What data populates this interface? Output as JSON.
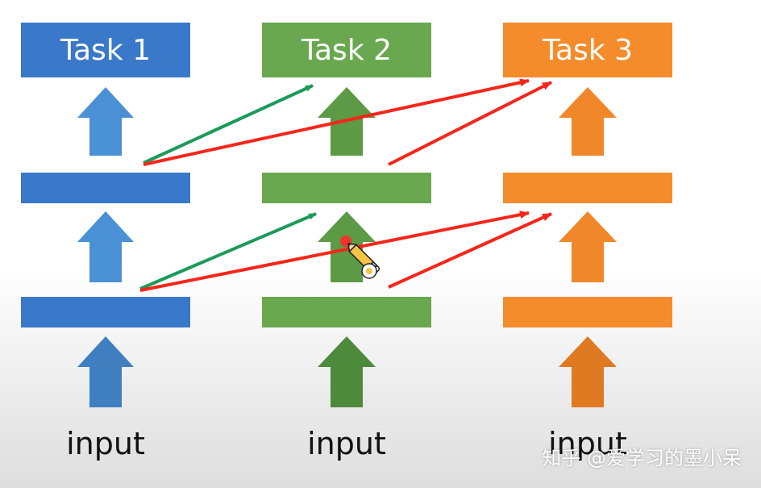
{
  "tasks": [
    {
      "label": "Task 1",
      "color": "#3a78c9"
    },
    {
      "label": "Task 2",
      "color": "#6aa84f"
    },
    {
      "label": "Task 3",
      "color": "#f48c2c"
    }
  ],
  "inputs": [
    "input",
    "input",
    "input"
  ],
  "arrow_colors": {
    "cross_green": "#1a9b58",
    "cross_red": "#f5261a"
  },
  "cursor_icon": "pencil-cursor-icon",
  "watermark": "知乎 @爱学习的墨小呆"
}
